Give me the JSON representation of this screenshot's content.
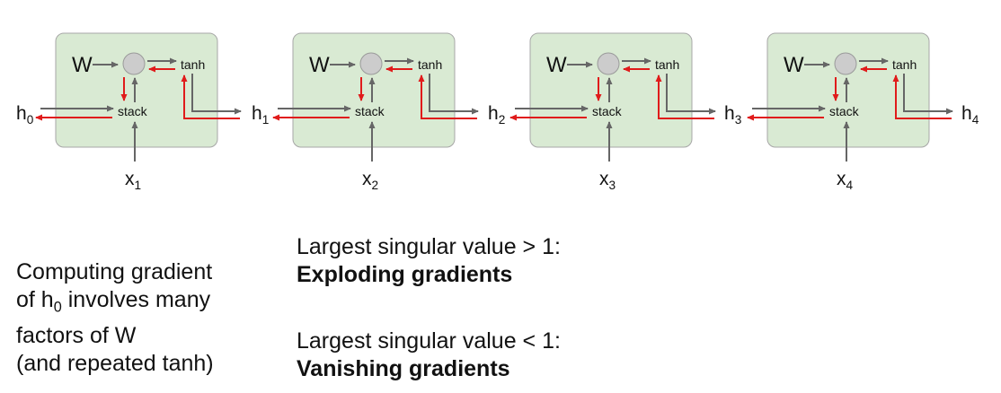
{
  "cells": [
    {
      "w_label": "W",
      "tanh_label": "tanh",
      "stack_label": "stack"
    },
    {
      "w_label": "W",
      "tanh_label": "tanh",
      "stack_label": "stack"
    },
    {
      "w_label": "W",
      "tanh_label": "tanh",
      "stack_label": "stack"
    },
    {
      "w_label": "W",
      "tanh_label": "tanh",
      "stack_label": "stack"
    }
  ],
  "hidden_states": [
    {
      "base": "h",
      "sub": "0"
    },
    {
      "base": "h",
      "sub": "1"
    },
    {
      "base": "h",
      "sub": "2"
    },
    {
      "base": "h",
      "sub": "3"
    },
    {
      "base": "h",
      "sub": "4"
    }
  ],
  "inputs": [
    {
      "base": "x",
      "sub": "1"
    },
    {
      "base": "x",
      "sub": "2"
    },
    {
      "base": "x",
      "sub": "3"
    },
    {
      "base": "x",
      "sub": "4"
    }
  ],
  "colors": {
    "cell_fill": "#d9ead3",
    "cell_stroke": "#a7a7a7",
    "forward_arrow": "#666666",
    "backward_arrow": "#e01b1b",
    "node_fill": "#cccccc"
  },
  "left_text": {
    "line1": "Computing gradient",
    "line2_pre": "of h",
    "line2_sub": "0",
    "line2_post": " involves many",
    "line3": "factors of W",
    "line4": "(and repeated tanh)"
  },
  "exploding": {
    "condition": "Largest singular value > 1:",
    "label": "Exploding gradients"
  },
  "vanishing": {
    "condition": "Largest singular value < 1:",
    "label": "Vanishing gradients"
  }
}
